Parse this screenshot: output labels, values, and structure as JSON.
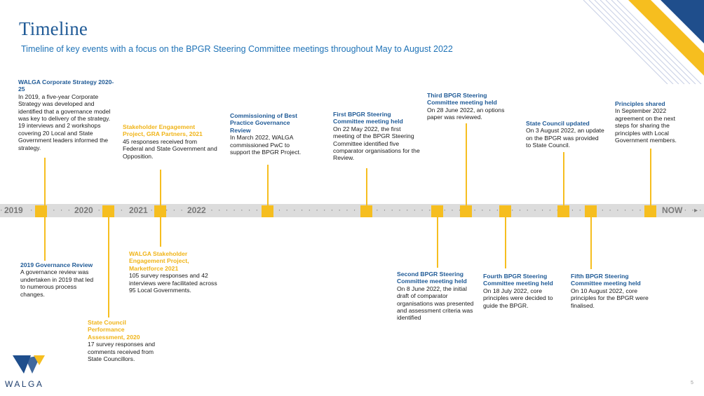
{
  "header": {
    "title": "Timeline",
    "subtitle": "Timeline of key events with a focus on the BPGR Steering Committee meetings throughout May to August 2022"
  },
  "timeline": {
    "labels": [
      "2019",
      "2020",
      "2021",
      "2022",
      "NOW"
    ],
    "events": [
      {
        "heading": "WALGA Corporate Strategy 2020-25",
        "body": "In 2019, a five-year Corporate Strategy was developed and identified that a governance model was key to delivery of the strategy. 19 interviews and 2 workshops covering 20 Local and State Government leaders informed the strategy."
      },
      {
        "heading": "2019 Governance Review",
        "body": "A governance review was undertaken in 2019 that led to numerous process changes."
      },
      {
        "heading": "State Council Performance Assessment, 2020",
        "body": "17 survey responses and comments received from State Councillors."
      },
      {
        "heading": "Stakeholder Engagement Project, GRA Partners, 2021",
        "body": "45 responses received from Federal and State Government and Opposition."
      },
      {
        "heading": "WALGA Stakeholder Engagement Project, Marketforce 2021",
        "body": "105 survey responses and 42 interviews were facilitated across 95 Local Governments."
      },
      {
        "heading": "Commissioning of Best Practice Governance Review",
        "body": "In March 2022, WALGA commissioned PwC to support the BPGR Project."
      },
      {
        "heading": "First BPGR Steering Committee meeting held",
        "body": "On 22 May 2022, the first meeting of the BPGR Steering Committee identified five comparator organisations for the Review."
      },
      {
        "heading": "Second BPGR Steering Committee meeting held",
        "body": "On 8 June 2022, the initial draft of comparator organisations was presented and assessment criteria was identified"
      },
      {
        "heading": "Third BPGR Steering Committee meeting held",
        "body": "On 28 June 2022, an options paper was reviewed."
      },
      {
        "heading": "Fourth BPGR Steering Committee meeting held",
        "body": "On 18 July 2022, core principles were decided to guide the BPGR."
      },
      {
        "heading": "State Council updated",
        "body": "On 3 August 2022, an update on the BPGR was provided to State Council."
      },
      {
        "heading": "Fifth BPGR Steering Committee meeting held",
        "body": "On 10 August 2022, core principles for the BPGR were finalised."
      },
      {
        "heading": "Principles shared",
        "body": "In September 2022 agreement on the next steps for sharing the principles with Local Government members."
      }
    ]
  },
  "brand": {
    "logo_text": "WALGA",
    "accent": "#f6be1f",
    "primary": "#1f5a96"
  },
  "footer": {
    "page_number": "5"
  }
}
